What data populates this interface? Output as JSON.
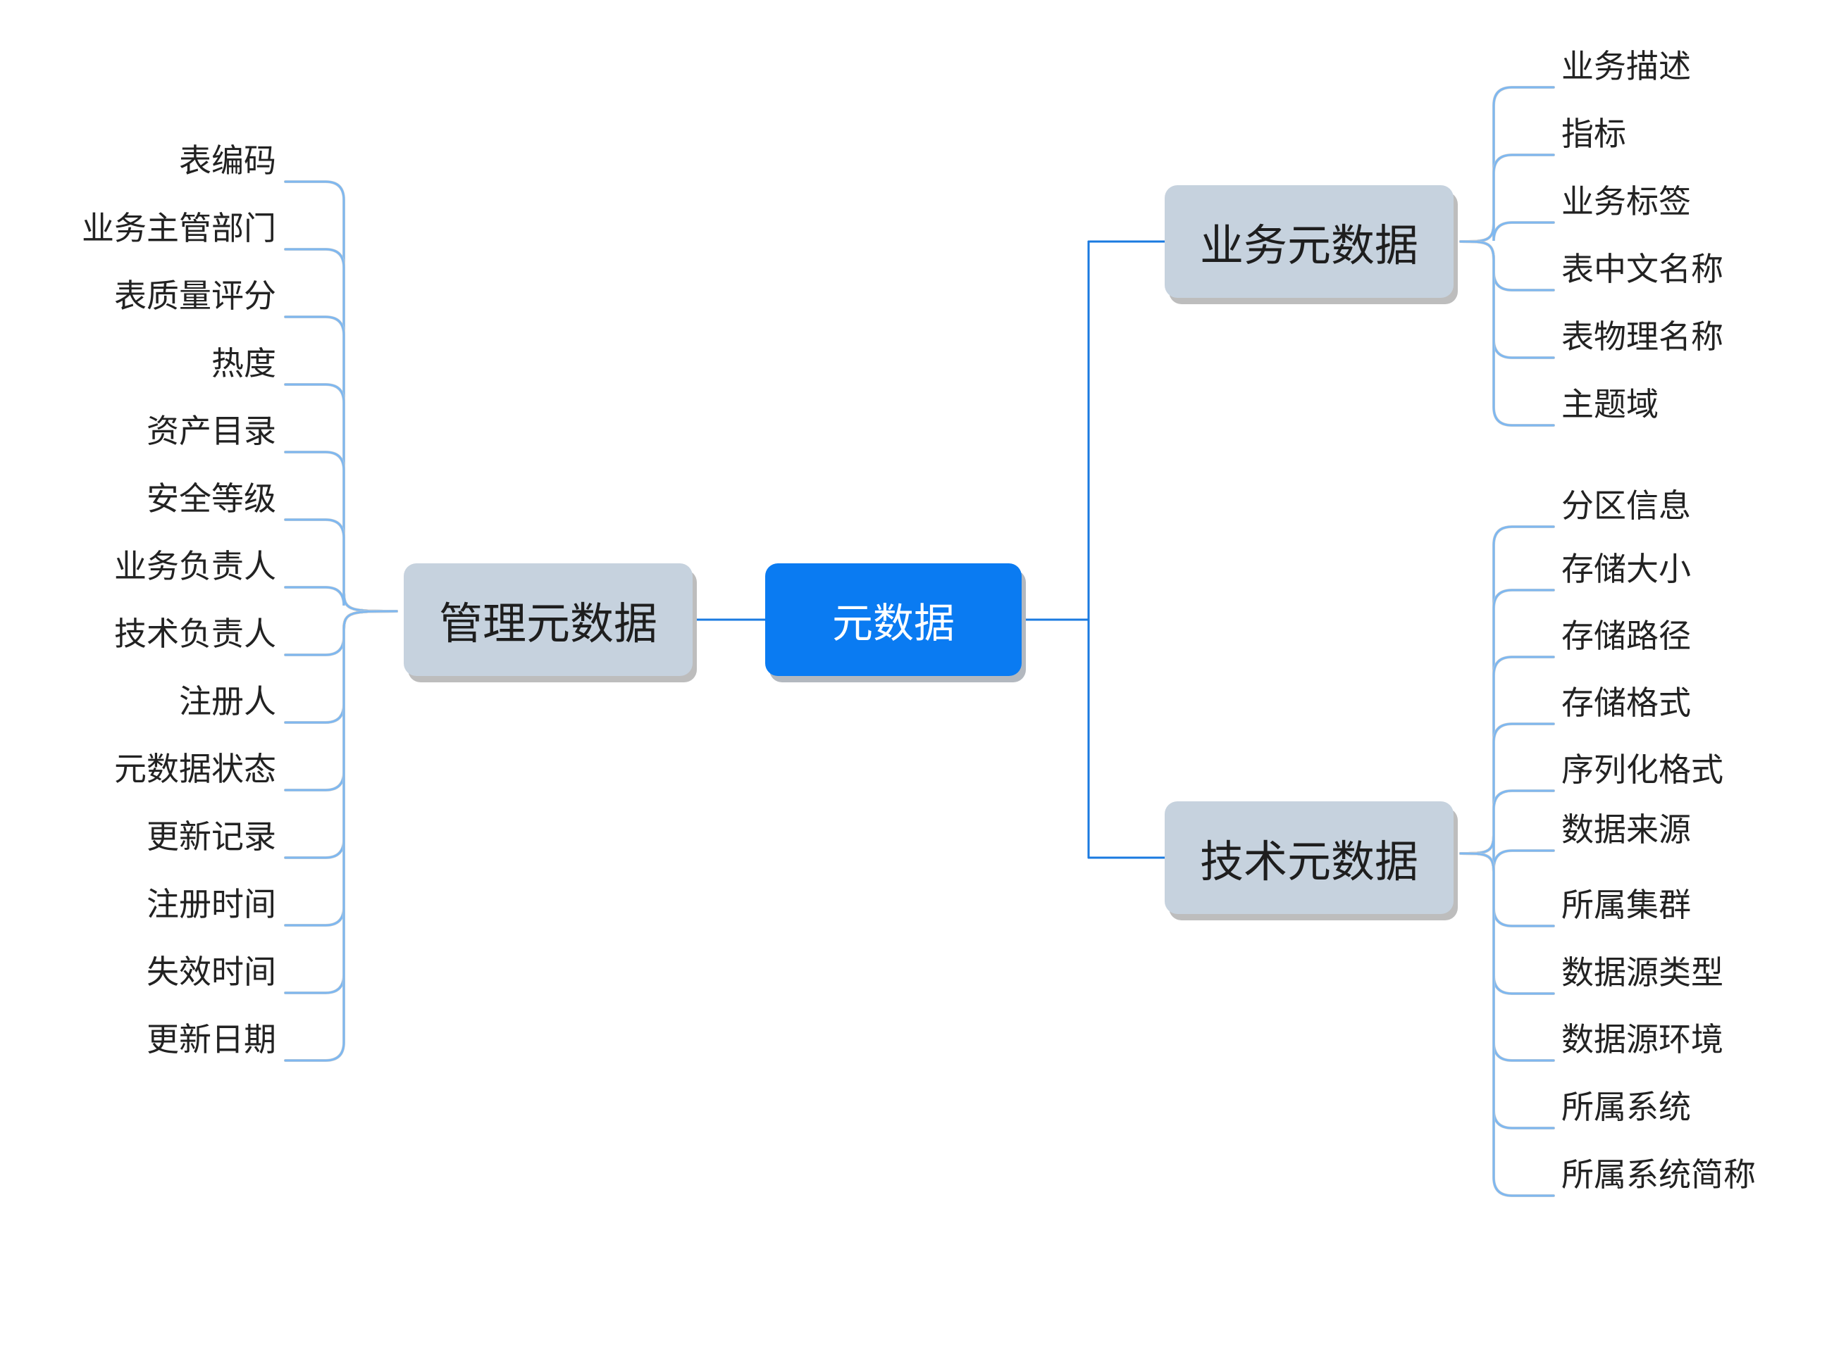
{
  "colors": {
    "center_fill": "#0a7bf2",
    "branch_fill": "#c6d2de",
    "connector": "#1a7ae0",
    "leaf_line": "#7fb8f0",
    "leaf_line_shadow": "#cfcfcf"
  },
  "root": {
    "label": "元数据"
  },
  "branches": {
    "management": {
      "label": "管理元数据",
      "children": [
        "表编码",
        "业务主管部门",
        "表质量评分",
        "热度",
        "资产目录",
        "安全等级",
        "业务负责人",
        "技术负责人",
        "注册人",
        "元数据状态",
        "更新记录",
        "注册时间",
        "失效时间",
        "更新日期"
      ]
    },
    "business": {
      "label": "业务元数据",
      "children": [
        "业务描述",
        "指标",
        "业务标签",
        "表中文名称",
        "表物理名称",
        "主题域"
      ]
    },
    "technical": {
      "label": "技术元数据",
      "children": [
        "分区信息",
        "存储大小",
        "存储路径",
        "存储格式",
        "序列化格式",
        "数据来源",
        "所属集群",
        "数据源类型",
        "数据源环境",
        "所属系统",
        "所属系统简称"
      ]
    }
  }
}
